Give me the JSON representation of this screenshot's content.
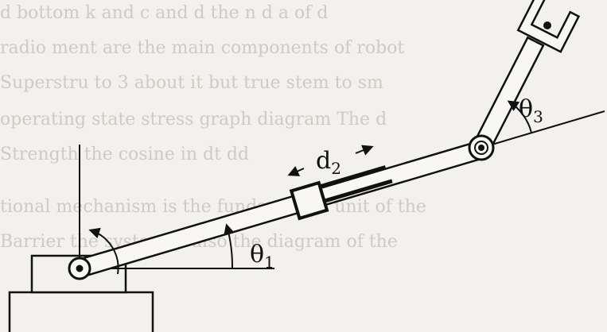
{
  "background_text": [
    "d  bottom  k  and  c  and  d  the  n  d  a  of  d",
    "radio  ment  are  the  main  components  of  robot",
    "Superstru  to  3  about  it  but  true  stem  to  sm",
    "operating  state  stress  graph  diagram  The  d",
    "Strength  the  cosine  in  dt  dd",
    "tional  mechanism  is  the  fundamental  unit  of  the",
    "Barrier  the  system  is  also  the  diagram  of  the"
  ],
  "labels": {
    "theta1_sym": "θ",
    "theta1_sub": "1",
    "d2_sym": "d",
    "d2_sub": "2",
    "theta3_sym": "θ",
    "theta3_sub": "3"
  },
  "colors": {
    "ink": "#111111",
    "paper": "#f3f1ee",
    "link_fill": "#f8f7f4",
    "bg_text": "#cfcac4"
  }
}
